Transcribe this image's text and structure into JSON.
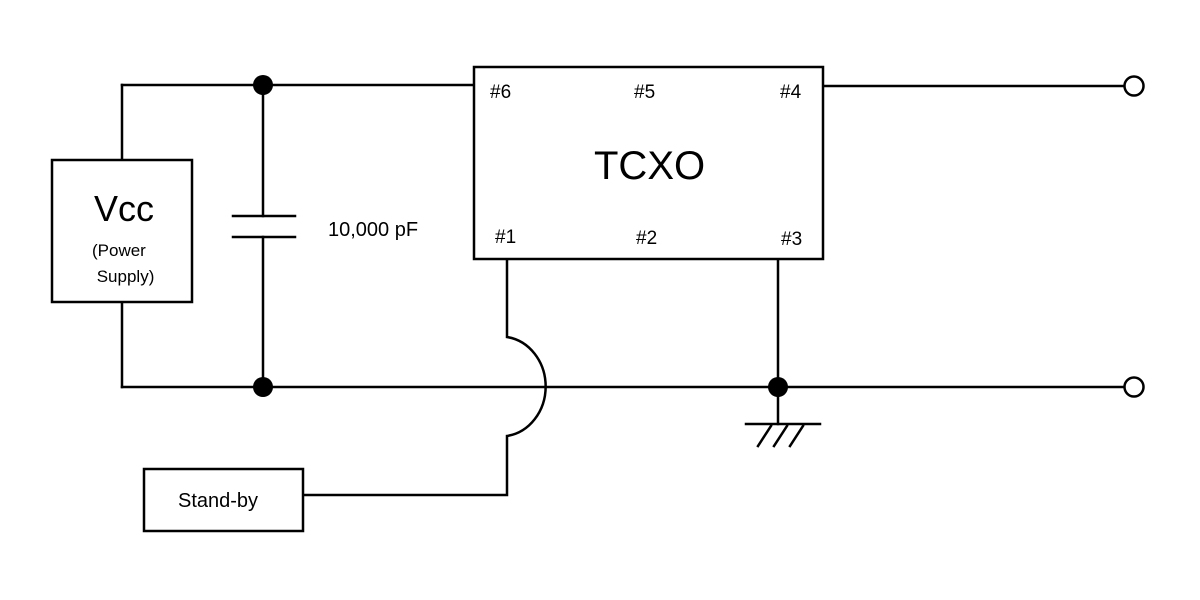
{
  "components": {
    "power_supply": {
      "title": "Vcc",
      "subtitle_line1": "(Power",
      "subtitle_line2": " Supply)"
    },
    "capacitor": {
      "value_label": "10,000 pF"
    },
    "oscillator": {
      "label": "TCXO",
      "pins": {
        "pin6": "#6",
        "pin5": "#5",
        "pin4": "#4",
        "pin1": "#1",
        "pin2": "#2",
        "pin3": "#3"
      }
    },
    "standby": {
      "label": "Stand-by"
    }
  },
  "colors": {
    "line": "#000000",
    "background": "#ffffff"
  }
}
